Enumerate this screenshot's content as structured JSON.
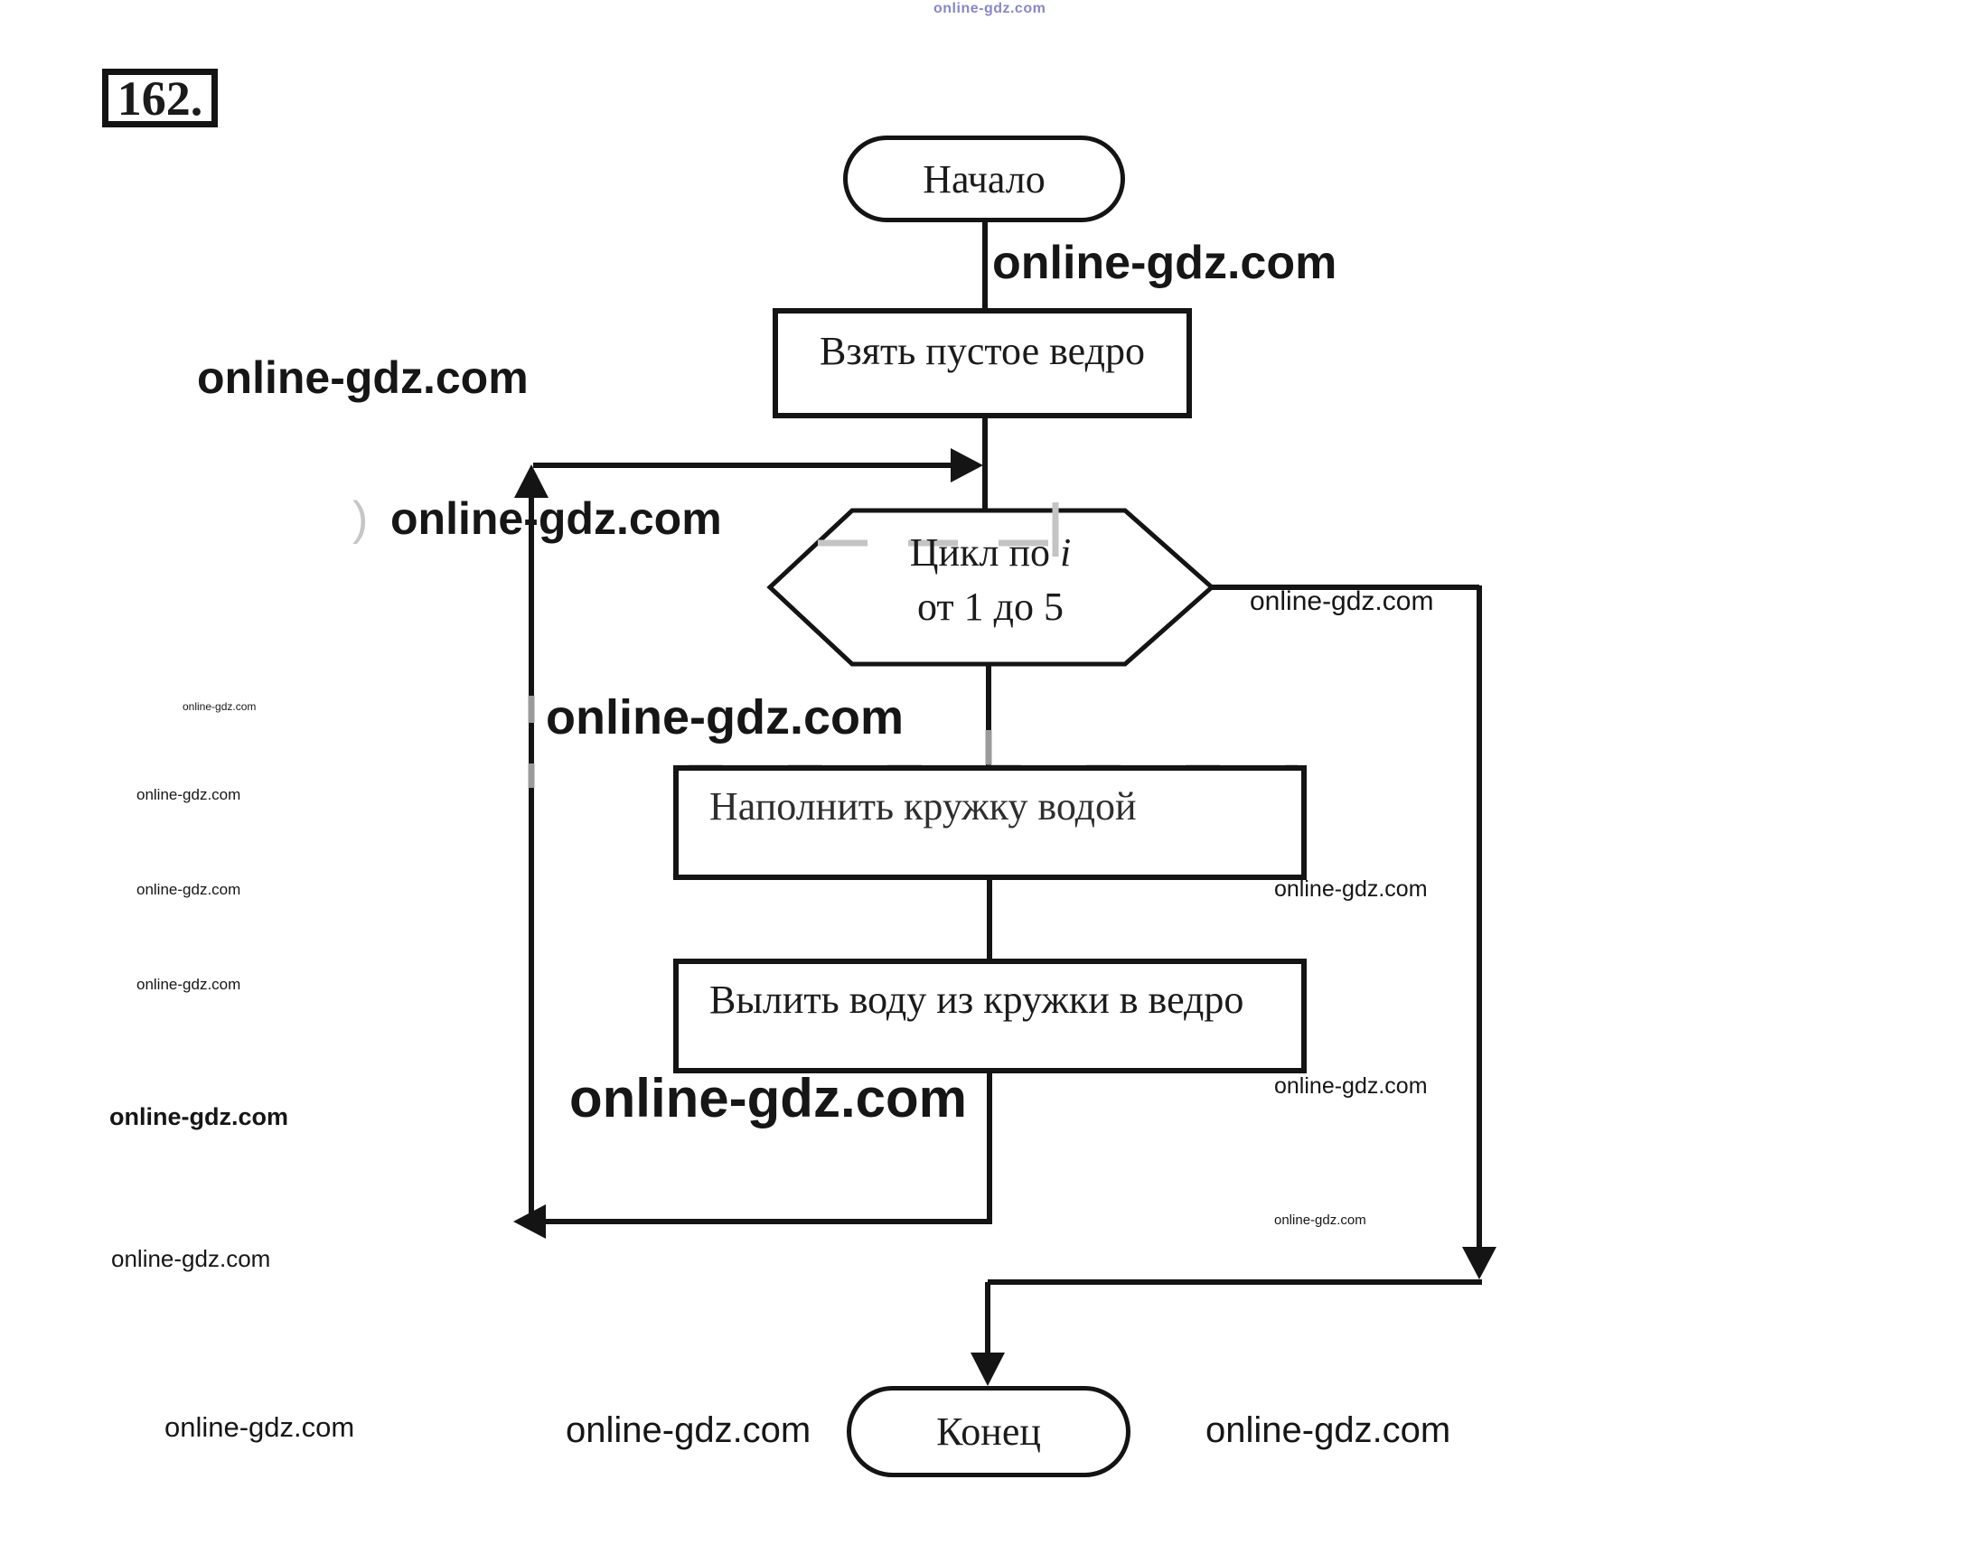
{
  "document": {
    "background": "#ffffff",
    "ink": "#141414",
    "watermark_text": "online-gdz.com",
    "watermark_color": "#161616",
    "watermark_blue": "#8282c4",
    "artifact_gray": "#9b9b9b"
  },
  "task": {
    "number": "162."
  },
  "flowchart": {
    "type": "flowchart",
    "start": "Начало",
    "step_take_bucket": "Взять пустое ведро",
    "loop": {
      "line1_prefix": "Цикл по ",
      "variable": "i",
      "line2": "от 1 до 5"
    },
    "step_fill_mug": "Наполнить кружку водой",
    "step_pour_water": "Вылить воду из кружки в ведро",
    "end": "Конец"
  },
  "artifacts": {
    "paren": ")"
  }
}
